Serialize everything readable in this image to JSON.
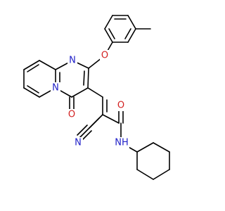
{
  "molecule": {
    "atom_labels": {
      "nitrogen": "N",
      "oxygen": "O",
      "amide_nh": "NH",
      "nitrile_n": "N"
    },
    "colors": {
      "bond": "#000000",
      "carbon": "#000000",
      "nitrogen": "#2020c8",
      "oxygen": "#d22020",
      "background": "#ffffff"
    }
  }
}
